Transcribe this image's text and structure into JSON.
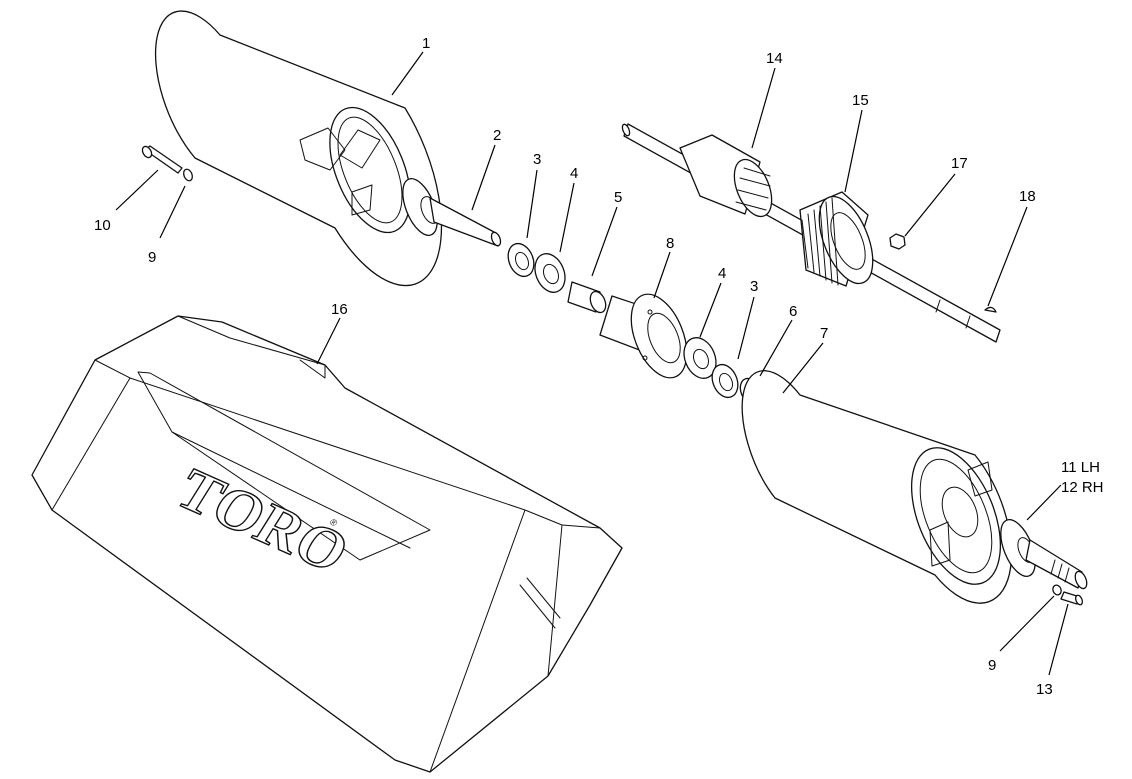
{
  "logo": {
    "text": "TORO",
    "mark": "®"
  },
  "callouts": [
    {
      "id": "c1",
      "text": "1"
    },
    {
      "id": "c2",
      "text": "2"
    },
    {
      "id": "c3a",
      "text": "3"
    },
    {
      "id": "c4a",
      "text": "4"
    },
    {
      "id": "c5",
      "text": "5"
    },
    {
      "id": "c8",
      "text": "8"
    },
    {
      "id": "c4b",
      "text": "4"
    },
    {
      "id": "c3b",
      "text": "3"
    },
    {
      "id": "c6",
      "text": "6"
    },
    {
      "id": "c7",
      "text": "7"
    },
    {
      "id": "c10",
      "text": "10"
    },
    {
      "id": "c9a",
      "text": "9"
    },
    {
      "id": "c14",
      "text": "14"
    },
    {
      "id": "c15",
      "text": "15"
    },
    {
      "id": "c17",
      "text": "17"
    },
    {
      "id": "c18",
      "text": "18"
    },
    {
      "id": "c16",
      "text": "16"
    },
    {
      "id": "c11",
      "text": "11 LH"
    },
    {
      "id": "c12",
      "text": "12 RH"
    },
    {
      "id": "c9b",
      "text": "9"
    },
    {
      "id": "c13",
      "text": "13"
    }
  ]
}
